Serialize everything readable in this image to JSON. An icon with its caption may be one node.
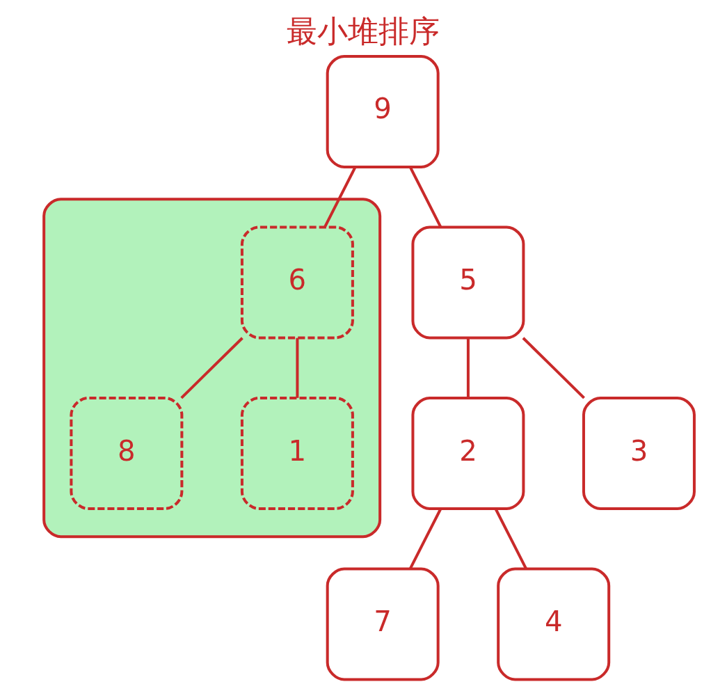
{
  "diagram": {
    "title": "最小堆排序",
    "nodes": [
      {
        "text": [
          "9"
        ]
      },
      {
        "text": [
          "5"
        ]
      },
      {
        "text": [],
        "shape": "box"
      },
      {
        "text": [
          "6"
        ],
        "in": 2
      },
      {
        "text": [
          "2"
        ]
      },
      {
        "text": [
          "3"
        ]
      },
      {
        "text": [
          "8"
        ],
        "in": 2
      },
      {
        "text": [
          "1"
        ],
        "in": 2
      },
      {
        "text": [
          "7"
        ]
      },
      {
        "text": [
          "4"
        ]
      }
    ],
    "edges": [
      {
        "from": 0,
        "to": 1,
        "arrow": "none"
      },
      {
        "from": 0,
        "to": 3,
        "arrow": "none"
      },
      {
        "from": 1,
        "to": 4,
        "arrow": "none"
      },
      {
        "from": 1,
        "to": 5,
        "arrow": "none"
      },
      {
        "from": 3,
        "to": 6,
        "arrow": "none"
      },
      {
        "from": 3,
        "to": 7,
        "arrow": "none"
      },
      {
        "from": 4,
        "to": 8,
        "arrow": "none"
      },
      {
        "from": 4,
        "to": 9,
        "arrow": "none"
      }
    ]
  }
}
